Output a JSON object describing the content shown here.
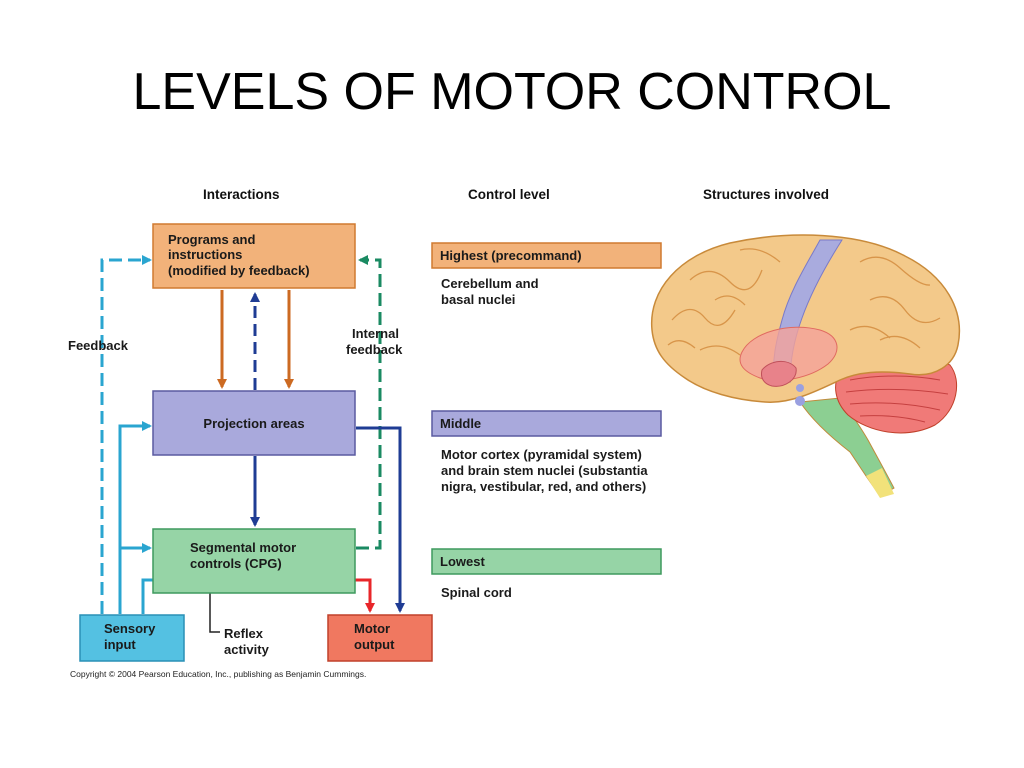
{
  "title": "LEVELS OF MOTOR CONTROL",
  "headers": {
    "interactions": "Interactions",
    "control_level": "Control level",
    "structures": "Structures involved"
  },
  "boxes": {
    "programs": [
      "Programs and",
      "instructions",
      "(modified by feedback)"
    ],
    "projection": "Projection areas",
    "segmental": [
      "Segmental motor",
      "controls (CPG)"
    ],
    "sensory": [
      "Sensory",
      "input"
    ],
    "motor": [
      "Motor",
      "output"
    ]
  },
  "labels": {
    "feedback": "Feedback",
    "internal_feedback": [
      "Internal",
      "feedback"
    ],
    "reflex": [
      "Reflex",
      "activity"
    ]
  },
  "levels": [
    {
      "name": "Highest (precommand)",
      "structures": [
        "Cerebellum and",
        "basal nuclei"
      ],
      "color": "#f2b27a"
    },
    {
      "name": "Middle",
      "structures": [
        "Motor cortex (pyramidal system)",
        "and brain stem nuclei (substantia",
        "nigra, vestibular, red, and others)"
      ],
      "color": "#a9a9dc"
    },
    {
      "name": "Lowest",
      "structures": [
        "Spinal cord"
      ],
      "color": "#96d4a6"
    }
  ],
  "colors": {
    "programs_box": "#f2b27a",
    "projection_box": "#a9a9dc",
    "segmental_box": "#96d4a6",
    "sensory_box": "#54c1e2",
    "motor_box": "#f07860",
    "arrow_feedback": "#2aa5d0",
    "arrow_internal": "#1a8a62",
    "arrow_orange": "#cc6a22",
    "arrow_navy": "#1f3c94",
    "arrow_red": "#e8262a"
  },
  "copyright": "Copyright © 2004 Pearson Education, Inc., publishing as Benjamin Cummings."
}
